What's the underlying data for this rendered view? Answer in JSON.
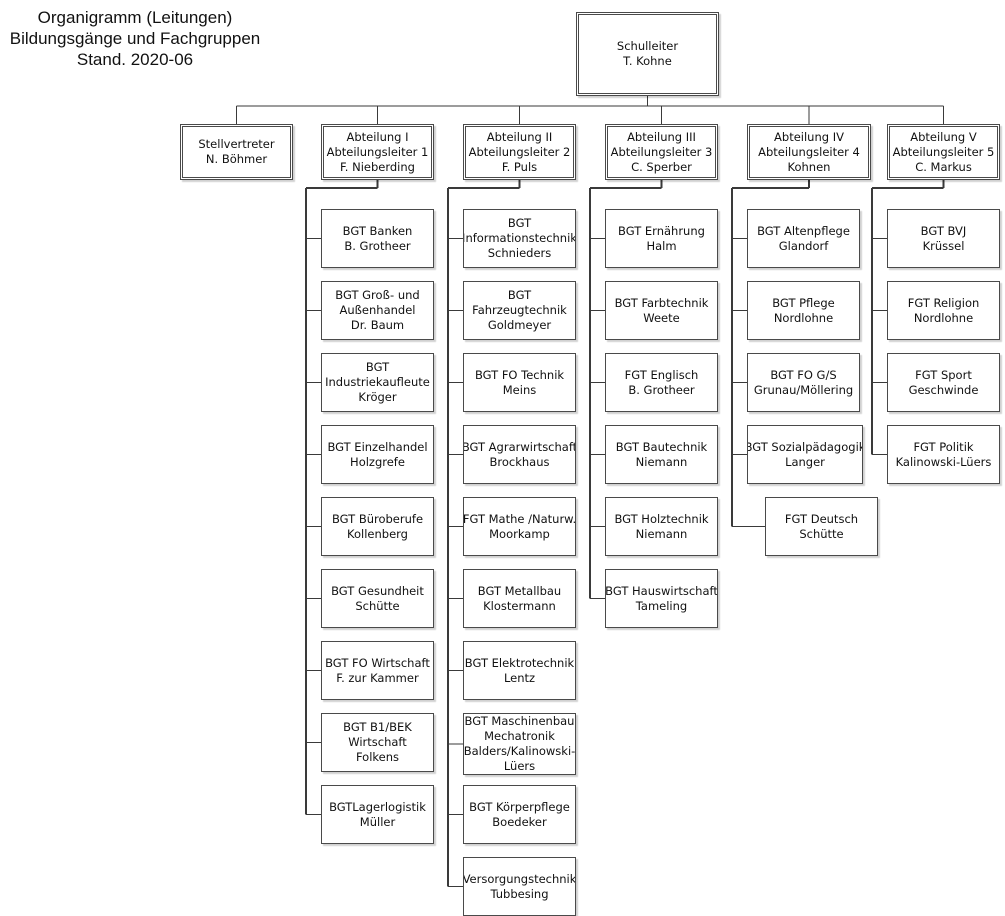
{
  "title_lines": [
    "Organigramm (Leitungen)",
    "Bildungsgänge und Fachgruppen",
    "Stand. 2020-06"
  ],
  "root": {
    "lines": [
      "Schulleiter",
      "T. Kohne"
    ]
  },
  "deputy": {
    "lines": [
      "Stellvertreter",
      "N. Böhmer"
    ]
  },
  "departments": [
    {
      "lines": [
        "Abteilung I",
        "Abteilungsleiter 1",
        "F. Nieberding"
      ],
      "children": [
        {
          "lines": [
            "BGT Banken",
            "B. Grotheer"
          ]
        },
        {
          "lines": [
            "BGT Groß- und",
            "Außenhandel",
            "Dr. Baum"
          ]
        },
        {
          "lines": [
            "BGT",
            "Industriekaufleute",
            "Kröger"
          ]
        },
        {
          "lines": [
            "BGT Einzelhandel",
            "Holzgrefe"
          ]
        },
        {
          "lines": [
            "BGT Büroberufe",
            "Kollenberg"
          ]
        },
        {
          "lines": [
            "BGT Gesundheit",
            "Schütte"
          ]
        },
        {
          "lines": [
            "BGT FO Wirtschaft",
            "F. zur Kammer"
          ]
        },
        {
          "lines": [
            "BGT B1/BEK",
            "Wirtschaft",
            "Folkens"
          ]
        },
        {
          "lines": [
            "BGTLagerlogistik",
            "Müller"
          ]
        }
      ]
    },
    {
      "lines": [
        "Abteilung II",
        "Abteilungsleiter 2",
        "F. Puls"
      ],
      "children": [
        {
          "lines": [
            "BGT",
            "Informationstechnik",
            "Schnieders"
          ]
        },
        {
          "lines": [
            "BGT",
            "Fahrzeugtechnik",
            "Goldmeyer"
          ]
        },
        {
          "lines": [
            "BGT FO Technik",
            "Meins"
          ]
        },
        {
          "lines": [
            "BGT Agrarwirtschaft",
            "Brockhaus"
          ]
        },
        {
          "lines": [
            "FGT Mathe /Naturw.",
            "Moorkamp"
          ]
        },
        {
          "lines": [
            "BGT Metallbau",
            "Klostermann"
          ]
        },
        {
          "lines": [
            "BGT Elektrotechnik",
            "Lentz"
          ]
        },
        {
          "lines": [
            "BGT Maschinenbau",
            "Mechatronik",
            "Balders/Kalinowski-",
            "Lüers"
          ]
        },
        {
          "lines": [
            "BGT Körperpflege",
            "Boedeker"
          ]
        },
        {
          "lines": [
            "Versorgungstechnik",
            "Tubbesing"
          ]
        }
      ]
    },
    {
      "lines": [
        "Abteilung III",
        "Abteilungsleiter 3",
        "C. Sperber"
      ],
      "children": [
        {
          "lines": [
            "BGT Ernährung",
            "Halm"
          ]
        },
        {
          "lines": [
            "BGT Farbtechnik",
            "Weete"
          ]
        },
        {
          "lines": [
            "FGT Englisch",
            "B. Grotheer"
          ]
        },
        {
          "lines": [
            "BGT Bautechnik",
            "Niemann"
          ]
        },
        {
          "lines": [
            "BGT Holztechnik",
            "Niemann"
          ]
        },
        {
          "lines": [
            "BGT Hauswirtschaft",
            "Tameling"
          ]
        }
      ]
    },
    {
      "lines": [
        "Abteilung IV",
        "Abteilungsleiter 4",
        "Kohnen"
      ],
      "children": [
        {
          "lines": [
            "BGT Altenpflege",
            "Glandorf"
          ]
        },
        {
          "lines": [
            "BGT Pflege",
            "Nordlohne"
          ]
        },
        {
          "lines": [
            "BGT FO G/S",
            "Grunau/Möllering"
          ]
        },
        {
          "lines": [
            "BGT Sozialpädagogik",
            "Langer"
          ]
        },
        {
          "lines": [
            "FGT Deutsch",
            "Schütte"
          ]
        }
      ]
    },
    {
      "lines": [
        "Abteilung V",
        "Abteilungsleiter 5",
        "C. Markus"
      ],
      "children": [
        {
          "lines": [
            "BGT BVJ",
            "Krüssel"
          ]
        },
        {
          "lines": [
            "FGT Religion",
            "Nordlohne"
          ]
        },
        {
          "lines": [
            "FGT Sport",
            "Geschwinde"
          ]
        },
        {
          "lines": [
            "FGT Politik",
            "Kalinowski-Lüers"
          ]
        }
      ]
    }
  ]
}
